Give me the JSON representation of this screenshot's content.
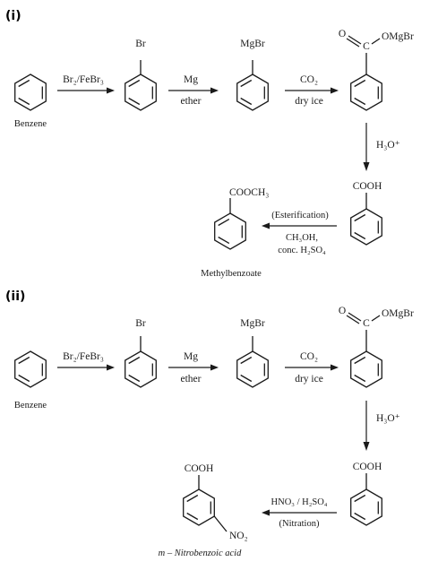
{
  "schemes": [
    {
      "label": "(i)",
      "benzene": "Benzene",
      "sub_br": "Br",
      "sub_mgbr": "MgBr",
      "carboxylate_o": "O",
      "carboxylate_c": "C",
      "carboxylate_omgbr": "OMgBr",
      "step1_reagent": "Br₂/FeBr₃",
      "step2_top": "Mg",
      "step2_bottom": "ether",
      "step3_top": "CO₂",
      "step3_bottom": "dry ice",
      "step4_reagent": "H₃O⁺",
      "acid_group": "COOH",
      "final_group": "COOCH₃",
      "final_group_2": "",
      "step5_line1": "(Esterification)",
      "step5_line2": "CH₃OH,",
      "step5_line3": "conc. H₂SO₄",
      "product_name": "Methylbenzoate"
    },
    {
      "label": "(ii)",
      "benzene": "Benzene",
      "sub_br": "Br",
      "sub_mgbr": "MgBr",
      "carboxylate_o": "O",
      "carboxylate_c": "C",
      "carboxylate_omgbr": "OMgBr",
      "step1_reagent": "Br₂/FeBr₃",
      "step2_top": "Mg",
      "step2_bottom": "ether",
      "step3_top": "CO₂",
      "step3_bottom": "dry ice",
      "step4_reagent": "H₃O⁺",
      "acid_group": "COOH",
      "final_group": "COOH",
      "final_group_2": "NO₂",
      "step5_line1": "HNO₃ / H₂SO₄",
      "step5_line2": "(Nitration)",
      "step5_line3": "",
      "product_name": "m – Nitrobenzoic acid"
    }
  ]
}
